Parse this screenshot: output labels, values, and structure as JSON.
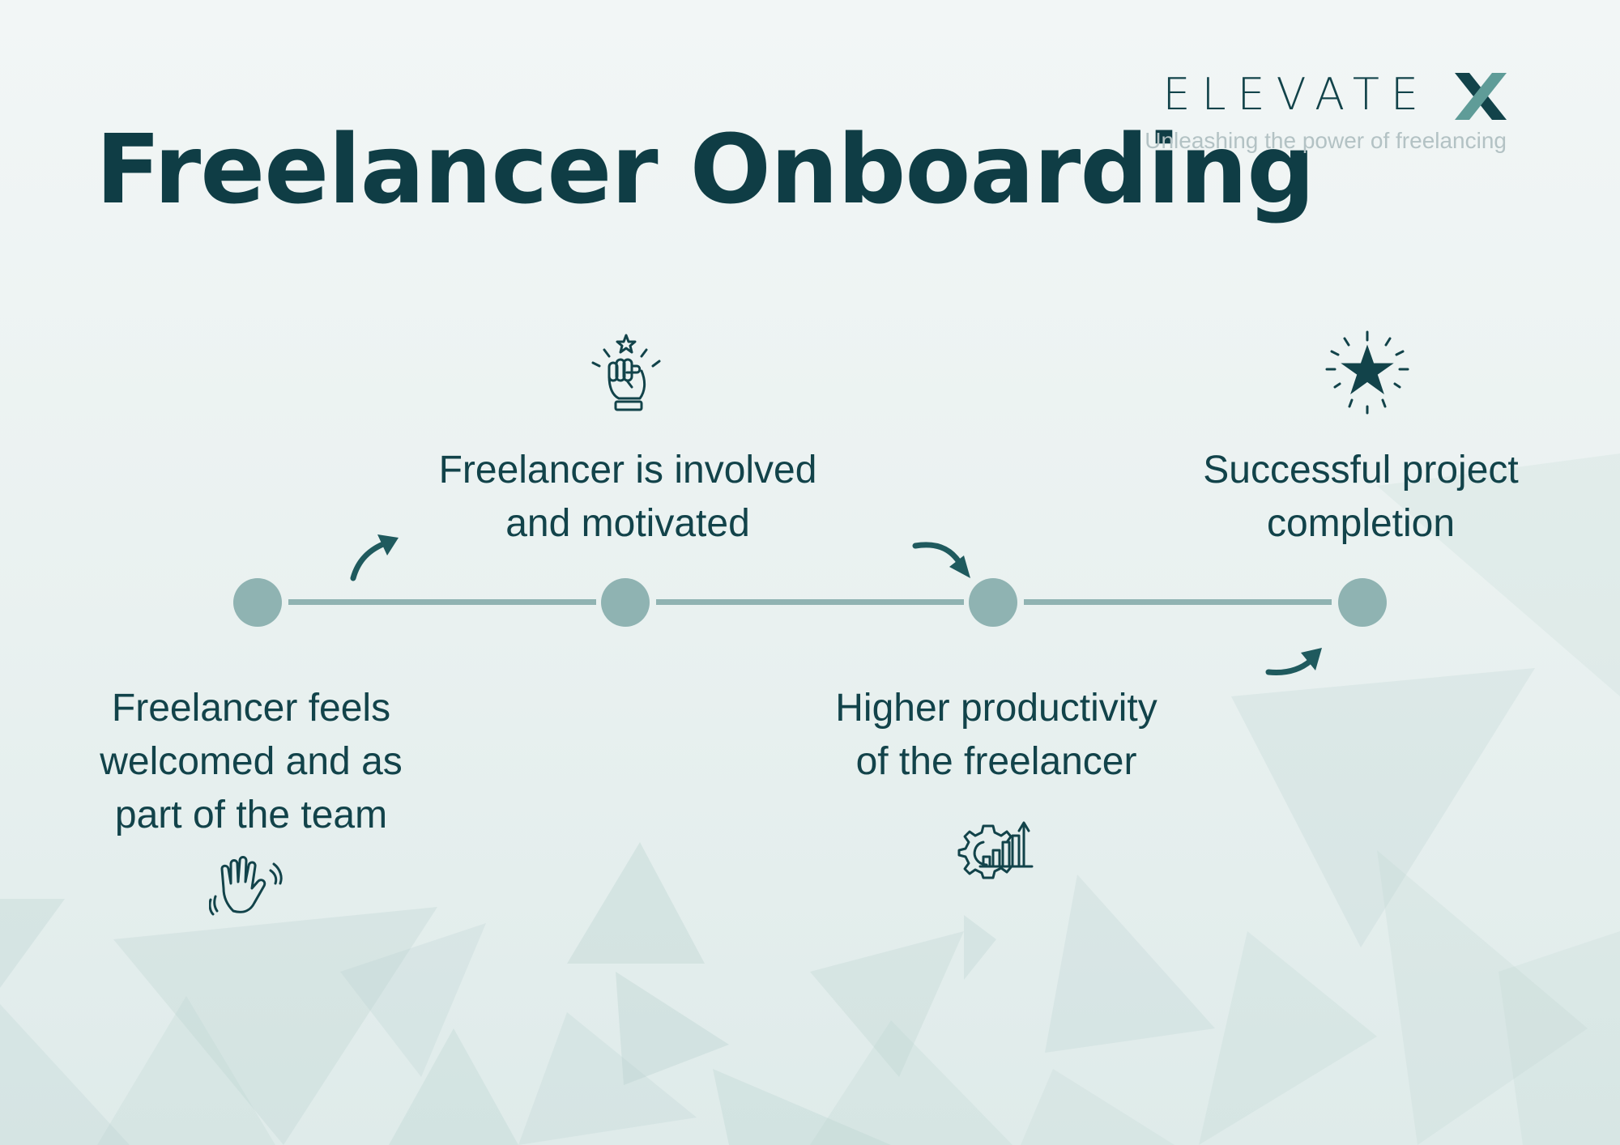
{
  "header": {
    "title": "Freelancer Onboarding"
  },
  "logo": {
    "wordmark": "ELEVATE",
    "mark": "X",
    "tagline": "Unleashing the power of freelancing"
  },
  "colors": {
    "primary": "#12434a",
    "timeline": "#8fb3b2",
    "background": "#eaf2f1"
  },
  "steps": [
    {
      "label_lines": [
        "Freelancer feels",
        "welcomed and as",
        "part of the team"
      ],
      "icon": "waving-hand-icon"
    },
    {
      "label_lines": [
        "Freelancer is involved",
        "and motivated"
      ],
      "icon": "raised-fist-icon"
    },
    {
      "label_lines": [
        "Higher productivity",
        "of the freelancer"
      ],
      "icon": "gear-growth-chart-icon"
    },
    {
      "label_lines": [
        "Successful project",
        "completion"
      ],
      "icon": "shining-star-icon"
    }
  ]
}
